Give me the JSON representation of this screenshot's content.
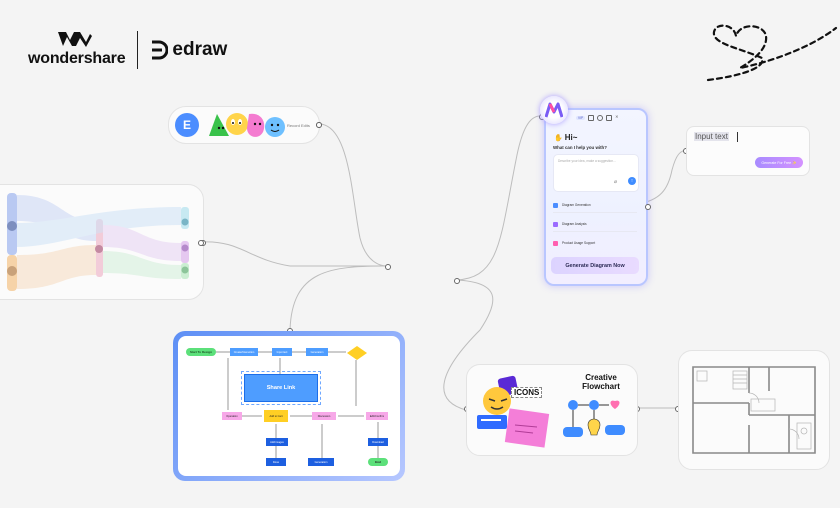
{
  "brand": {
    "wondershare": "wondershare",
    "edraw": "edraw"
  },
  "stickers": {
    "badge_letter": "E",
    "record_label": "Record Edits"
  },
  "assistant": {
    "greeting": "Hi~",
    "question": "What can I help you with?",
    "search_placeholder": "Describe your idea, make a suggestion...",
    "options": [
      "Diagram Generation",
      "Diagram Analysis",
      "Product Usage Support"
    ],
    "generate_label": "Generate Diagram Now",
    "topbar_tag": "VIP"
  },
  "input_card": {
    "input_text": "Input text",
    "generate_label": "Generate For Free ✨"
  },
  "flowchart": {
    "start": "Start To Design",
    "share": "Share Link",
    "end": "End",
    "box_texts": [
      "Create/Interaction",
      "Input text",
      "Generation",
      "Operation",
      "Add to Cart",
      "Discussion",
      "Edit/Confirm",
      "Add images",
      "Download",
      "Done"
    ]
  },
  "creative": {
    "title_line1": "Creative",
    "title_line2": "Flowchart",
    "icons_label": "ICONS"
  },
  "colors": {
    "accent_purple": "#7a5cf5",
    "flow_blue": "#4e9dff",
    "flow_yellow": "#ffcf24",
    "flow_pink": "#f7a8e8",
    "flow_green": "#5ce07a"
  }
}
